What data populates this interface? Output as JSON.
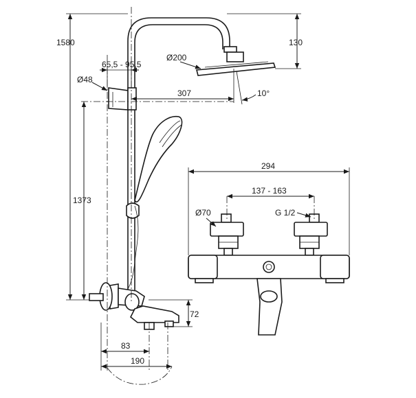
{
  "dimensions": {
    "total_height": "1580",
    "head_drop": "130",
    "head_diameter": "Ø200",
    "bar_diameter": "Ø48",
    "bracket_distance": "65,5 - 95,5",
    "arm_reach": "307",
    "head_tilt": "10°",
    "outlet_height": "1373",
    "mixer_width": "294",
    "inlet_spacing": "137 - 163",
    "body_diameter": "Ø70",
    "thread": "G 1/2",
    "spout_height": "72",
    "spout_offset": "83",
    "spout_projection": "190"
  }
}
